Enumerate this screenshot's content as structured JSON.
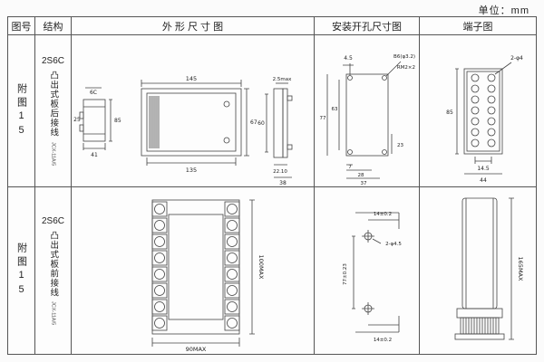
{
  "unit_label": "单位：mm",
  "headers": {
    "fig": "图号",
    "struct": "结构",
    "outline": "外 形 尺 寸 图",
    "mounting": "安装开孔尺寸图",
    "terminal": "端子图"
  },
  "rows": [
    {
      "fig_no": "附图15",
      "model": "2S6C",
      "mount_desc": "凸出式板后接线",
      "code": "JCX-11A/5",
      "outline": {
        "side_label": "6C",
        "side_depth": "25",
        "side_height": "85",
        "side_width": "41",
        "front_width_top": "145",
        "front_width_bottom": "135",
        "front_height": "67",
        "bezel_max": "2.5max",
        "rear_height": "60",
        "rear_d1": "22.10",
        "rear_d2": "38"
      },
      "mounting": {
        "corner": "4.5",
        "hole_spec": "B6(φ3.2)",
        "screw_spec": "RM2×2",
        "outer_h": "77",
        "inner_h": "63",
        "b1": "7",
        "b2": "28",
        "b3": "37",
        "right": "23"
      },
      "terminal": {
        "hole_spec": "2-φ4",
        "height": "85",
        "pitch": "14.5",
        "width": "44"
      }
    },
    {
      "fig_no": "附图15",
      "model": "2S6C",
      "mount_desc": "凸出式板前接线",
      "code": "JCX-11A/5",
      "outline": {
        "height_max": "100MAX",
        "width_max": "90MAX"
      },
      "mounting": {
        "top": "14±0.2",
        "hole_spec": "2-φ4.5",
        "vertical": "77±0.23",
        "bottom": "14±0.2"
      },
      "terminal": {
        "height_max": "165MAX"
      }
    }
  ]
}
